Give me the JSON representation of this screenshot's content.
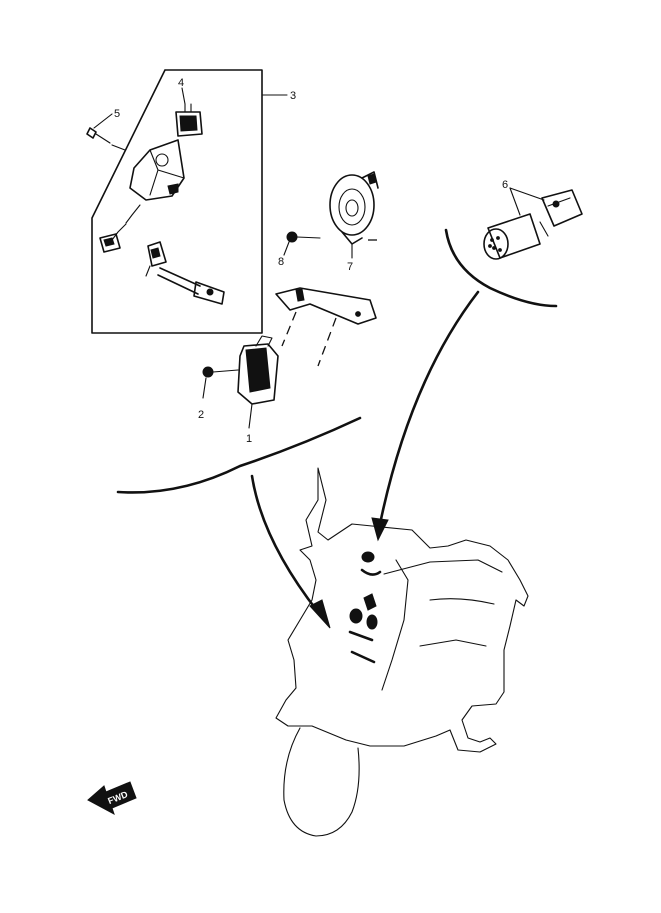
{
  "diagram": {
    "callouts": [
      {
        "id": "c1",
        "label": "1"
      },
      {
        "id": "c2",
        "label": "2"
      },
      {
        "id": "c3",
        "label": "3"
      },
      {
        "id": "c4",
        "label": "4"
      },
      {
        "id": "c5",
        "label": "5"
      },
      {
        "id": "c6",
        "label": "6"
      },
      {
        "id": "c7",
        "label": "7"
      },
      {
        "id": "c8",
        "label": "8"
      }
    ],
    "direction_marker": "FWD"
  }
}
